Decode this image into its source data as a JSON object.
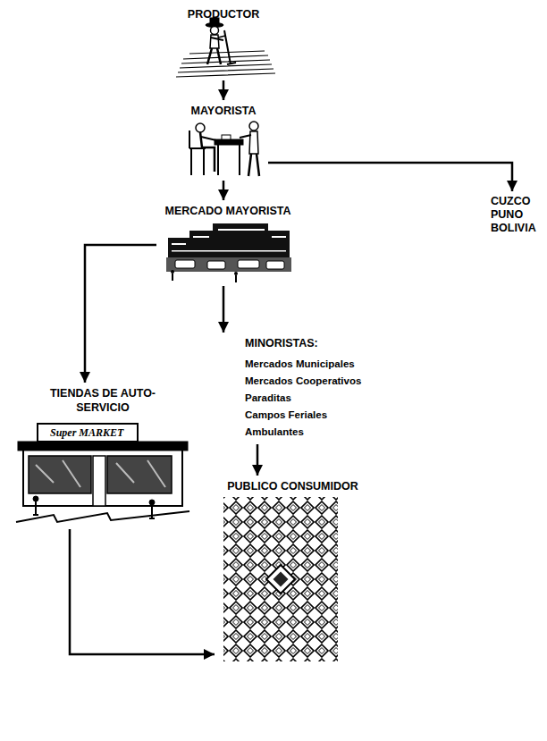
{
  "diagram": {
    "nodes": [
      {
        "text": [
          "PRODUCTOR"
        ]
      },
      {
        "text": [
          "MAYORISTA"
        ]
      },
      {
        "text": [
          "CUZCO PUNO BOLIVIA"
        ]
      },
      {
        "text": [
          "MERCADO MAYORISTA"
        ]
      },
      {
        "text": [
          "TIENDAS DE AUTO-SERVICIO"
        ]
      },
      {
        "text": [
          "MINORISTAS:",
          "Mercados Municipales",
          "Mercados Cooperativos",
          "Paraditas",
          "Campos Feriales",
          "Ambulantes"
        ]
      },
      {
        "text": [
          "PUBLICO CONSUMIDOR"
        ]
      }
    ],
    "edges": [
      {
        "from": 0,
        "to": 1,
        "arrow": "to"
      },
      {
        "from": 1,
        "to": 2,
        "arrow": "to"
      },
      {
        "from": 1,
        "to": 3,
        "arrow": "to"
      },
      {
        "from": 3,
        "to": 4,
        "arrow": "to"
      },
      {
        "from": 3,
        "to": 5,
        "arrow": "to"
      },
      {
        "from": 5,
        "to": 6,
        "arrow": "to"
      },
      {
        "from": 4,
        "to": 6,
        "arrow": "to"
      }
    ],
    "labels": [
      "Super MARKET"
    ]
  }
}
